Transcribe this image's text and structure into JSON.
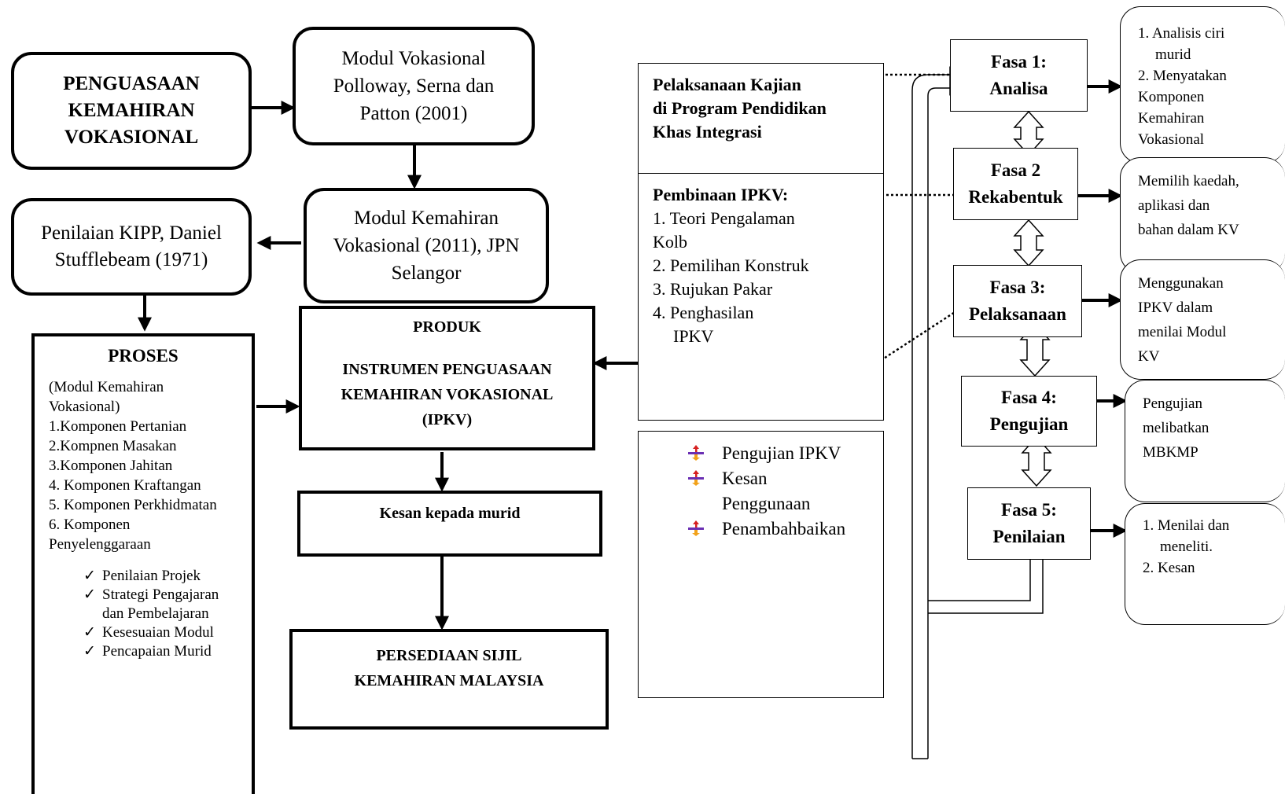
{
  "top_left": {
    "title": "PENGUASAAN KEMAHIRAN VOKASIONAL"
  },
  "modul_polloway": {
    "line1": "Modul Vokasional",
    "line2": "Polloway, Serna dan",
    "line3": "Patton (2001)"
  },
  "modul_kemahiran": {
    "line1": "Modul Kemahiran",
    "line2": "Vokasional (2011), JPN",
    "line3": "Selangor"
  },
  "penilaian_kipp": {
    "line1": "Penilaian KIPP, Daniel",
    "line2": "Stufflebeam (1971)"
  },
  "proses": {
    "title": "PROSES",
    "items": [
      "(Modul Kemahiran",
      "Vokasional)",
      "1.Komponen Pertanian",
      "2.Kompnen Masakan",
      "3.Komponen Jahitan",
      "4. Komponen Kraftangan",
      "5. Komponen Perkhidmatan",
      "6. Komponen",
      "Penyelenggaraan"
    ],
    "checks": [
      "Penilaian Projek",
      "Strategi Pengajaran dan Pembelajaran",
      "Kesesuaian Modul",
      "Pencapaian Murid"
    ],
    "check_mark": "✓"
  },
  "produk": {
    "title": "PRODUK",
    "line1": "INSTRUMEN PENGUASAAN",
    "line2": "KEMAHIRAN VOKASIONAL",
    "line3": "(IPKV)"
  },
  "kesan": {
    "label": "Kesan kepada murid"
  },
  "sijil": {
    "line1": "PERSEDIAAN SIJIL",
    "line2": "KEMAHIRAN MALAYSIA"
  },
  "pelaksanaan": {
    "title_lines": [
      "Pelaksanaan Kajian",
      "di Program Pendidikan",
      "Khas Integrasi"
    ],
    "pembinaan_title": "Pembinaan IPKV:",
    "pembinaan_items": [
      "1. Teori Pengalaman",
      "Kolb",
      "2. Pemilihan Konstruk",
      "3. Rujukan Pakar",
      "4. Penghasilan",
      "IPKV"
    ]
  },
  "pengujian_list": {
    "items": [
      "Pengujian IPKV",
      "Kesan Penggunaan",
      "Penambahbaikan"
    ],
    "bullet_icon": "cross-arrow-bullet-icon"
  },
  "phases": [
    {
      "title": "Fasa 1:",
      "sub": "Analisa"
    },
    {
      "title": "Fasa 2",
      "sub": "Rekabentuk"
    },
    {
      "title": "Fasa 3:",
      "sub": "Pelaksanaan"
    },
    {
      "title": "Fasa 4:",
      "sub": "Pengujian"
    },
    {
      "title": "Fasa 5:",
      "sub": "Penilaian"
    }
  ],
  "phase_notes": [
    {
      "lines": [
        "1. Analisis ciri",
        "murid",
        "2. Menyatakan",
        "Komponen",
        "Kemahiran",
        "Vokasional"
      ]
    },
    {
      "lines": [
        "Memilih kaedah,",
        "aplikasi dan",
        "bahan dalam KV"
      ]
    },
    {
      "lines": [
        "Menggunakan",
        "IPKV dalam",
        "menilai Modul",
        "KV"
      ]
    },
    {
      "lines": [
        "Pengujian",
        "melibatkan",
        "MBKMP"
      ]
    },
    {
      "lines": [
        "1. Menilai dan",
        "meneliti.",
        "2. Kesan"
      ]
    }
  ],
  "colors": {
    "stroke": "#000000",
    "bullet_red": "#d62020",
    "bullet_purple": "#6a2fb3",
    "bullet_orange": "#f2a21a"
  }
}
